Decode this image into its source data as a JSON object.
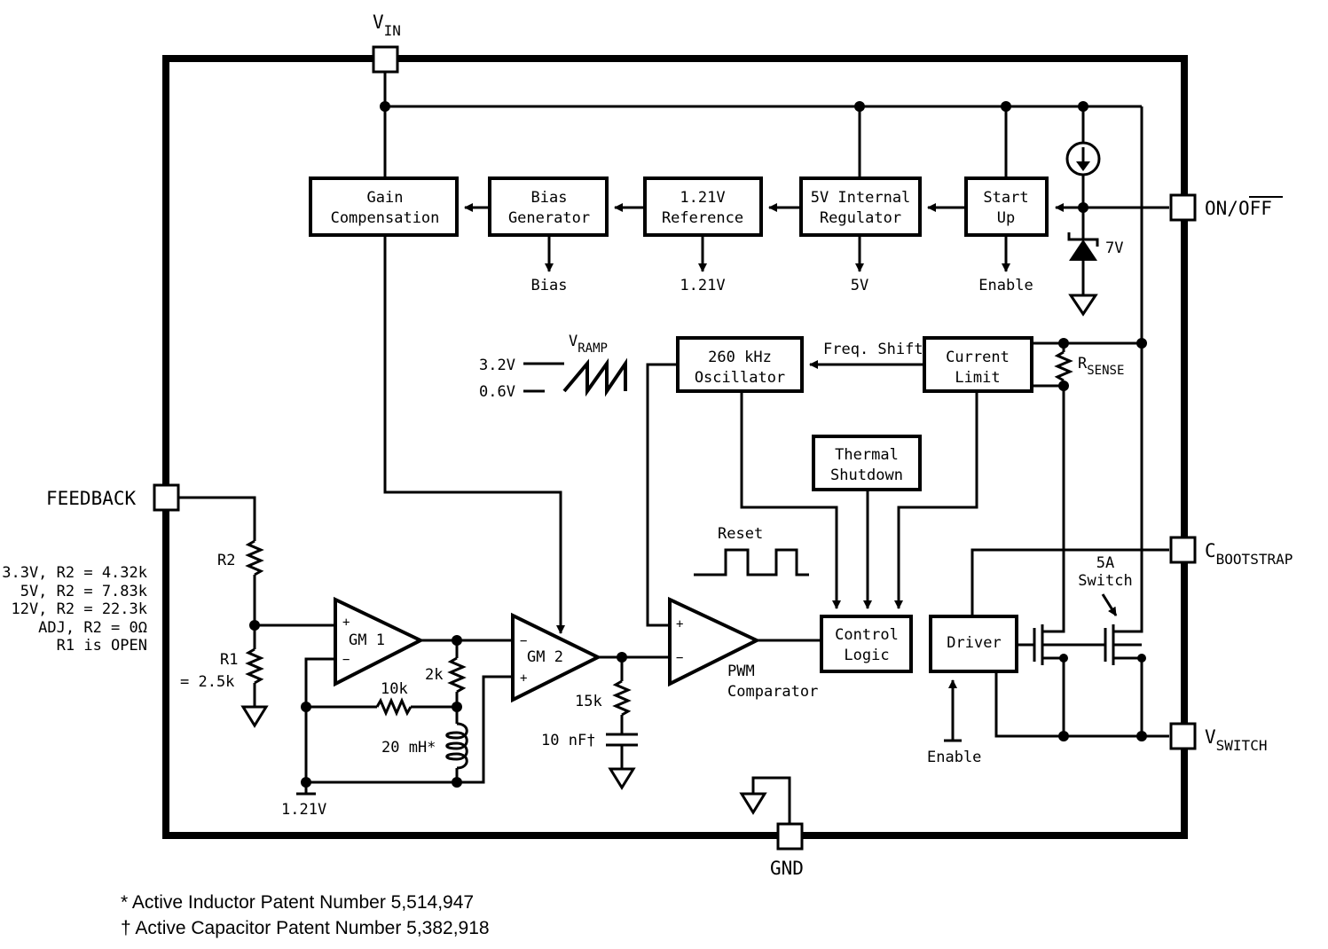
{
  "pins": {
    "vin": {
      "main": "V",
      "sub": "IN"
    },
    "on_off": {
      "on": "ON/",
      "off": "OFF"
    },
    "feedback": "FEEDBACK",
    "cbootstrap": {
      "main": "C",
      "sub": "BOOTSTRAP"
    },
    "vswitch": {
      "main": "V",
      "sub": "SWITCH"
    },
    "gnd": "GND"
  },
  "blocks": {
    "gain_comp": [
      "Gain",
      "Compensation"
    ],
    "bias_gen": [
      "Bias",
      "Generator"
    ],
    "reference": [
      "1.21V",
      "Reference"
    ],
    "regulator": [
      "5V Internal",
      "Regulator"
    ],
    "startup": [
      "Start",
      "Up"
    ],
    "oscillator": [
      "260 kHz",
      "Oscillator"
    ],
    "current_limit": [
      "Current",
      "Limit"
    ],
    "thermal": [
      "Thermal",
      "Shutdown"
    ],
    "control_logic": [
      "Control",
      "Logic"
    ],
    "driver": "Driver"
  },
  "outputs": {
    "bias": "Bias",
    "ref": "1.21V",
    "five_v": "5V",
    "enable": "Enable"
  },
  "labels": {
    "zener": "7V",
    "freq_shift": "Freq. Shift",
    "rsense": {
      "main": "R",
      "sub": "SENSE"
    },
    "vramp": {
      "main": "V",
      "sub": "RAMP"
    },
    "ramp_high": "3.2V",
    "ramp_low": "0.6V",
    "reset": "Reset",
    "gm1": "GM 1",
    "gm2": "GM 2",
    "pwm": [
      "PWM",
      "Comparator"
    ],
    "r2": "R2",
    "r1": [
      "R1",
      "= 2.5k"
    ],
    "r_2k": "2k",
    "r_10k": "10k",
    "inductor": "20 mH*",
    "ref_121": "1.21V",
    "r_15k": "15k",
    "cap": "10 nF†",
    "switch": [
      "5A",
      "Switch"
    ],
    "driver_enable": "Enable"
  },
  "feedback_table": [
    "3.3V, R2 = 4.32k",
    "5V, R2 = 7.83k",
    "12V, R2 = 22.3k",
    "ADJ, R2 = 0Ω",
    "R1 is OPEN"
  ],
  "footnotes": [
    "* Active Inductor Patent Number 5,514,947",
    "† Active Capacitor Patent Number 5,382,918"
  ]
}
